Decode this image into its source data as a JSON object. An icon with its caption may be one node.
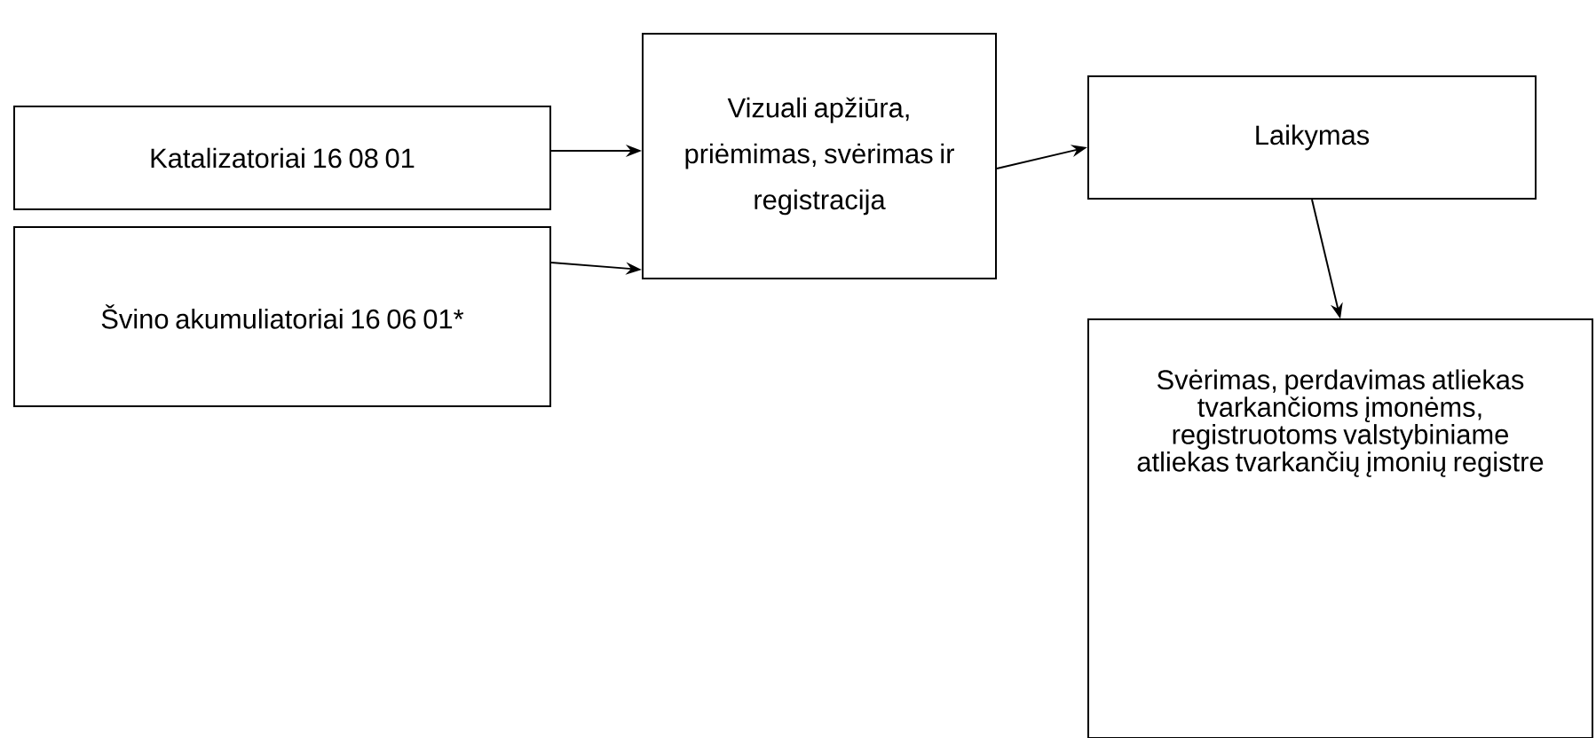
{
  "diagram": {
    "nodes": [
      {
        "text": [
          "Katalizatoriai 16 08 01"
        ]
      },
      {
        "text": [
          "Švino akumuliatoriai 16 06 01*"
        ]
      },
      {
        "text": [
          "Vizuali apžiūra, priėmimas, svėrimas ir registracija"
        ]
      },
      {
        "text": [
          "Laikymas"
        ]
      },
      {
        "text": [
          "Svėrimas, perdavimas atliekas tvarkančioms įmonėms, registruotoms valstybiniame atliekas tvarkančių įmonių registre"
        ]
      }
    ],
    "edges": [
      {
        "from": 0,
        "to": 2,
        "arrow": "to"
      },
      {
        "from": 1,
        "to": 2,
        "arrow": "to"
      },
      {
        "from": 2,
        "to": 3,
        "arrow": "to"
      },
      {
        "from": 3,
        "to": 4,
        "arrow": "to"
      }
    ]
  }
}
